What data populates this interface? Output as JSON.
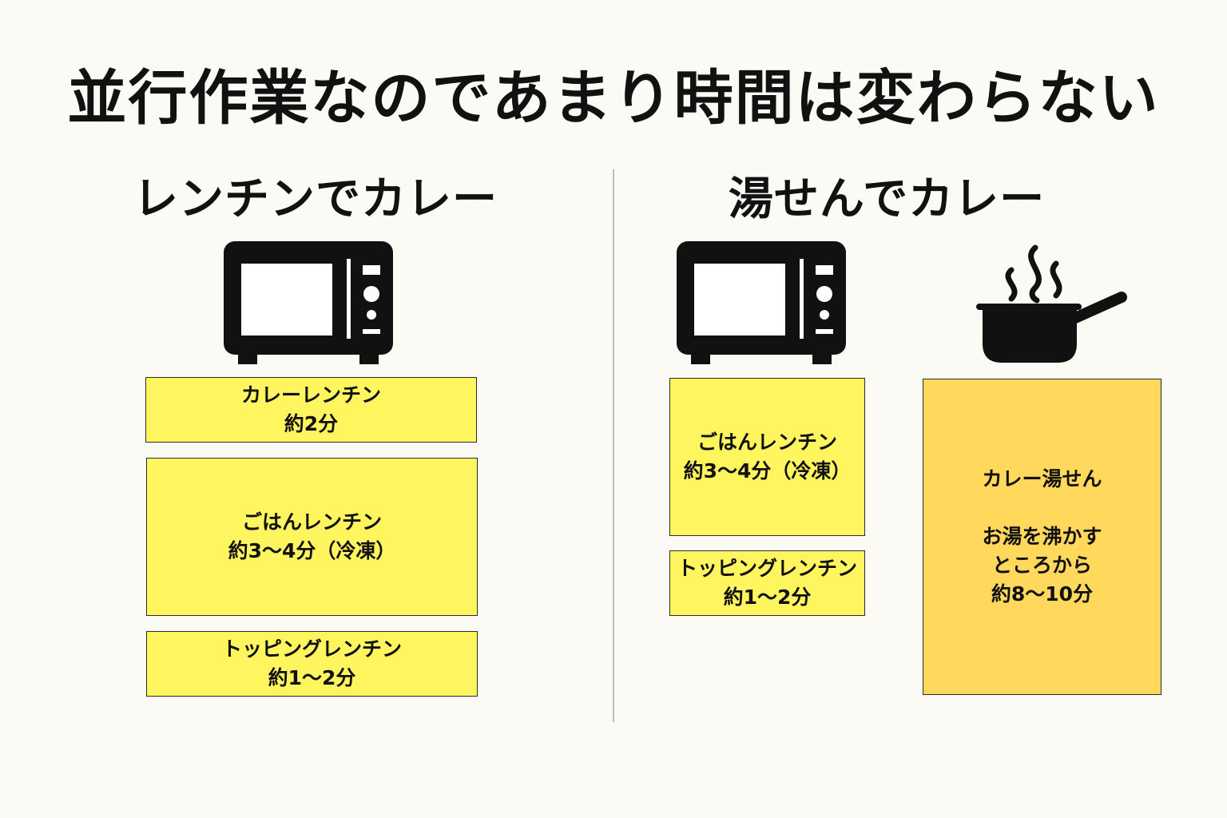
{
  "title": "並行作業なのであまり時間は変わらない",
  "colors": {
    "yellow": "#fff55f",
    "orange": "#ffd85c",
    "icon": "#111111",
    "divider": "#bdbdbd"
  },
  "left": {
    "title": "レンチンでカレー",
    "icon": "microwave-icon",
    "steps": [
      {
        "line1": "カレーレンチン",
        "line2": "約2分"
      },
      {
        "line1": "ごはんレンチン",
        "line2": "約3～4分（冷凍）"
      },
      {
        "line1": "トッピングレンチン",
        "line2": "約1～2分"
      }
    ]
  },
  "right": {
    "title": "湯せんでカレー",
    "icons": [
      "microwave-icon",
      "pot-icon"
    ],
    "microwave_steps": [
      {
        "line1": "ごはんレンチン",
        "line2": "約3～4分（冷凍）"
      },
      {
        "line1": "トッピングレンチン",
        "line2": "約1～2分"
      }
    ],
    "pot_step": {
      "line1": "カレー湯せん",
      "line2": "お湯を沸かす",
      "line3": "ところから",
      "line4": "約8～10分"
    }
  }
}
